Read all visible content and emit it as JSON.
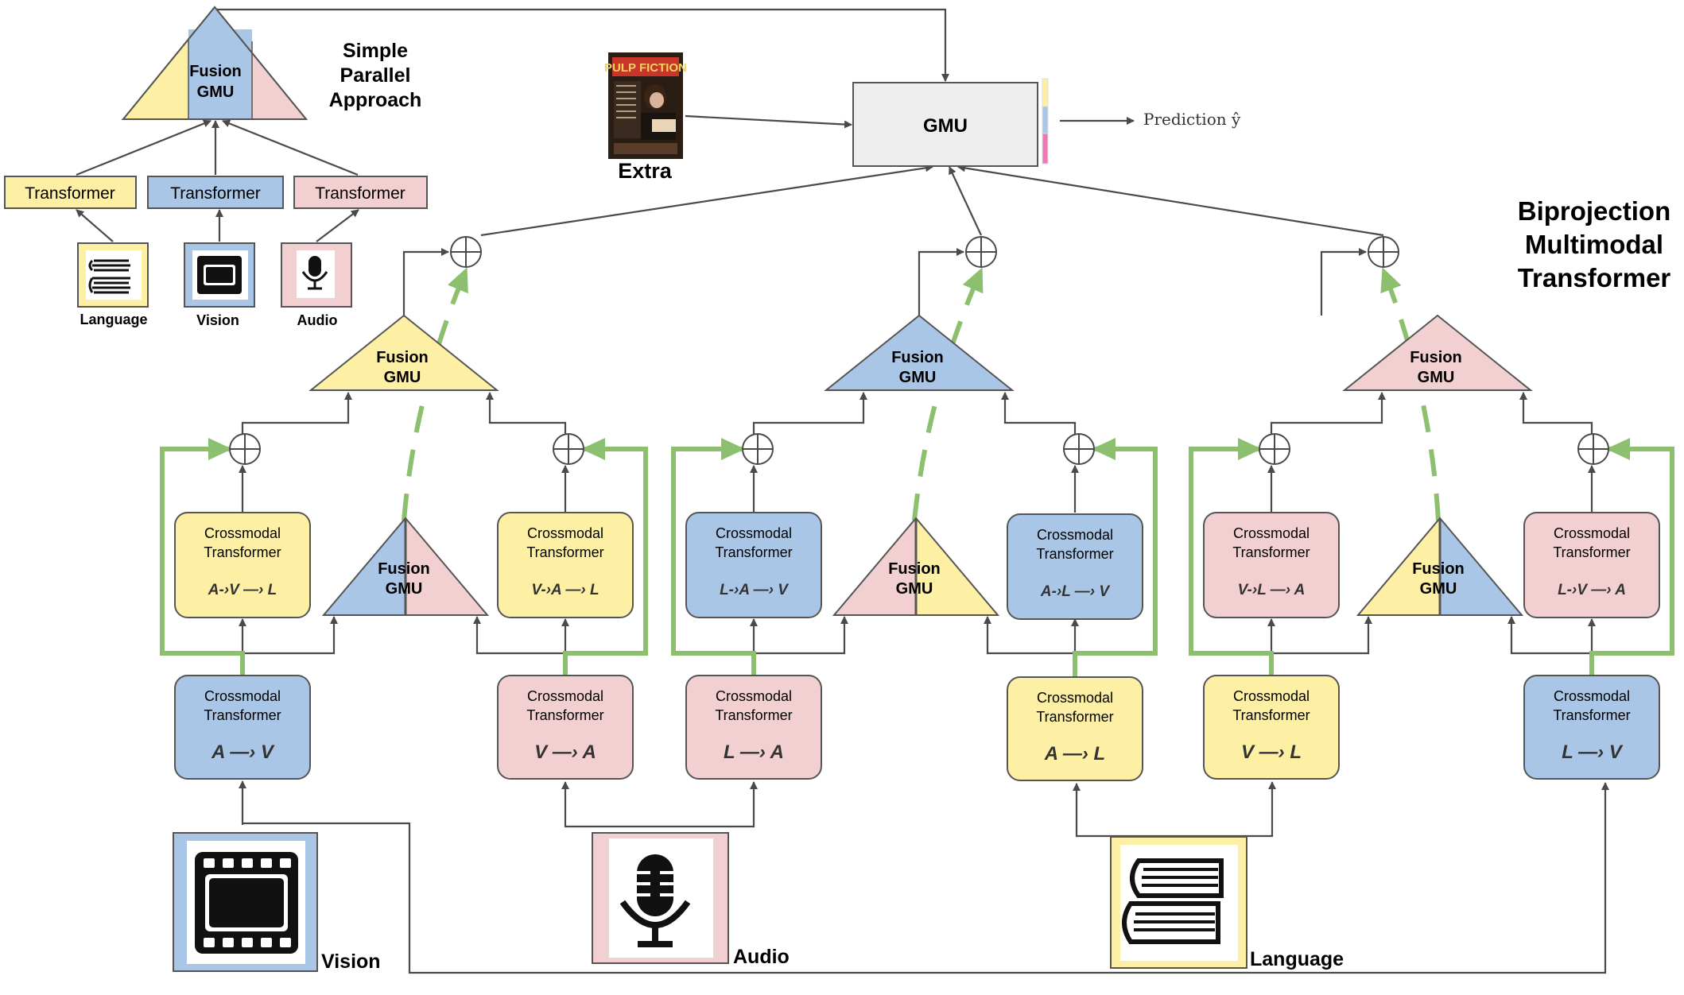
{
  "colors": {
    "language": "#fdefa4",
    "vision": "#aac6e6",
    "audio": "#f2d0d2",
    "gmu": "#eeeeee",
    "green_arrow": "#8cc06f",
    "line": "#4a4a4a"
  },
  "title": {
    "line1": "Biprojection",
    "line2": "Multimodal",
    "line3": "Transformer"
  },
  "simple": {
    "title1": "Simple",
    "title2": "Parallel",
    "title3": "Approach",
    "fusion1": "Fusion",
    "fusion2": "GMU",
    "transformer_label": "Transformer",
    "language": "Language",
    "vision": "Vision",
    "audio": "Audio"
  },
  "top": {
    "gmu": "GMU",
    "extra": "Extra",
    "poster_title": "PULP FICTION",
    "prediction": "Prediction ŷ"
  },
  "fusion": {
    "line1": "Fusion",
    "line2": "GMU"
  },
  "crossmodal": {
    "line1": "Crossmodal",
    "line2": "Transformer"
  },
  "branches": [
    {
      "upper_left": "A-›V —› L",
      "upper_right": "V-›A —› L",
      "lower_left": "A —› V",
      "lower_right": "V —› A"
    },
    {
      "upper_left": "L-›A —› V",
      "upper_right": "A-›L —› V",
      "lower_left": "L —› A",
      "lower_right": "A —› L"
    },
    {
      "upper_left": "V-›L —› A",
      "upper_right": "L-›V —› A",
      "lower_left": "V —› L",
      "lower_right": "L —› V"
    }
  ],
  "inputs": {
    "vision": "Vision",
    "audio": "Audio",
    "language": "Language"
  },
  "icons": [
    "film-icon",
    "microphone-icon",
    "books-icon",
    "movie-poster-image",
    "plus-circle-icon"
  ]
}
